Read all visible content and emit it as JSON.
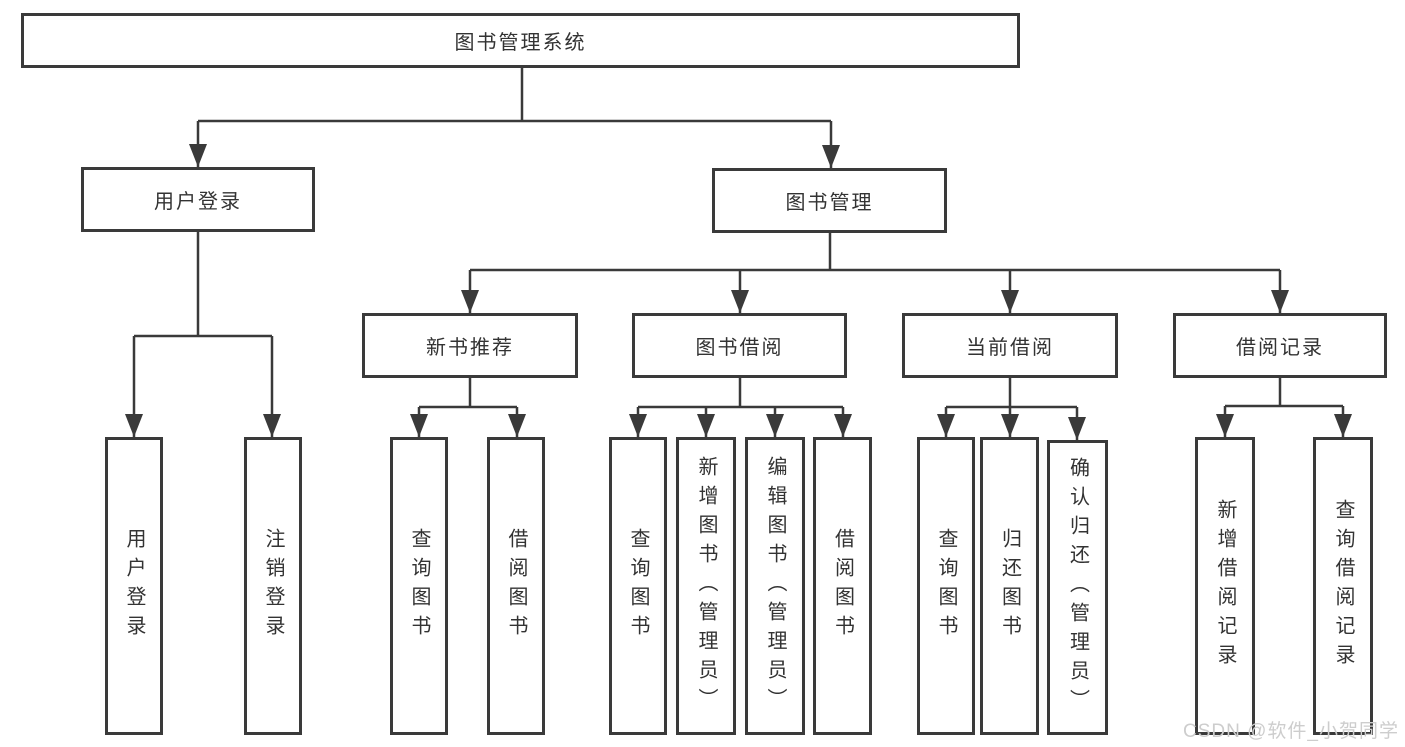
{
  "diagram": {
    "root": {
      "label": "图书管理系统"
    },
    "branches": [
      {
        "label": "用户登录",
        "children": [
          {
            "label": "用户登录"
          },
          {
            "label": "注销登录"
          }
        ]
      },
      {
        "label": "图书管理",
        "groups": [
          {
            "label": "新书推荐",
            "children": [
              {
                "label": "查询图书"
              },
              {
                "label": "借阅图书"
              }
            ]
          },
          {
            "label": "图书借阅",
            "children": [
              {
                "label": "查询图书"
              },
              {
                "label": "新增图书（管理员）"
              },
              {
                "label": "编辑图书（管理员）"
              },
              {
                "label": "借阅图书"
              }
            ]
          },
          {
            "label": "当前借阅",
            "children": [
              {
                "label": "查询图书"
              },
              {
                "label": "归还图书"
              },
              {
                "label": "确认归还（管理员）"
              }
            ]
          },
          {
            "label": "借阅记录",
            "children": [
              {
                "label": "新增借阅记录"
              },
              {
                "label": "查询借阅记录"
              }
            ]
          }
        ]
      }
    ]
  },
  "watermark": {
    "text": "CSDN @软件_小贺同学"
  },
  "colors": {
    "line": "#3a3a3a",
    "text": "#333333",
    "background": "#ffffff",
    "watermark": "#cdcdcd"
  }
}
